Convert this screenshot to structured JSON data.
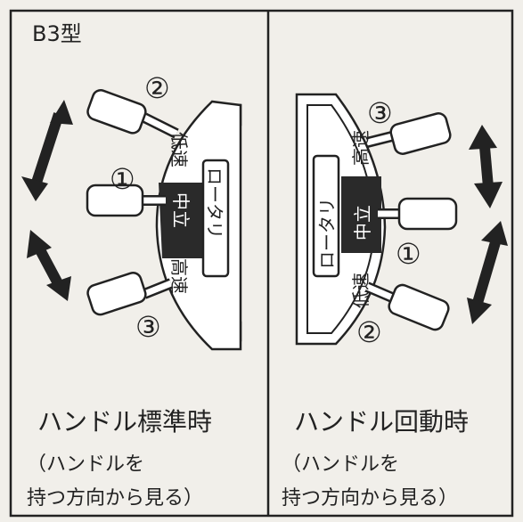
{
  "title": "B3型",
  "left": {
    "positions": {
      "p1": "①",
      "p2": "②",
      "p3": "③"
    },
    "tags": {
      "low": "低速",
      "neutral": "中立",
      "high": "高速",
      "rotary": "ロータリ"
    },
    "caption": "ハンドル標準時",
    "note_line1": "（ハンドルを",
    "note_line2": "持つ方向から見る）"
  },
  "right": {
    "positions": {
      "p1": "①",
      "p2": "②",
      "p3": "③"
    },
    "tags": {
      "low": "低速",
      "neutral": "中立",
      "high": "高速",
      "rotary": "ロータリ"
    },
    "caption": "ハンドル回動時",
    "note_line1": "（ハンドルを",
    "note_line2": "持つ方向から見る）"
  },
  "colors": {
    "line": "#222222",
    "panel": "#ffffff",
    "neutral_fill": "#2a2a2a",
    "background": "#f1efea"
  }
}
